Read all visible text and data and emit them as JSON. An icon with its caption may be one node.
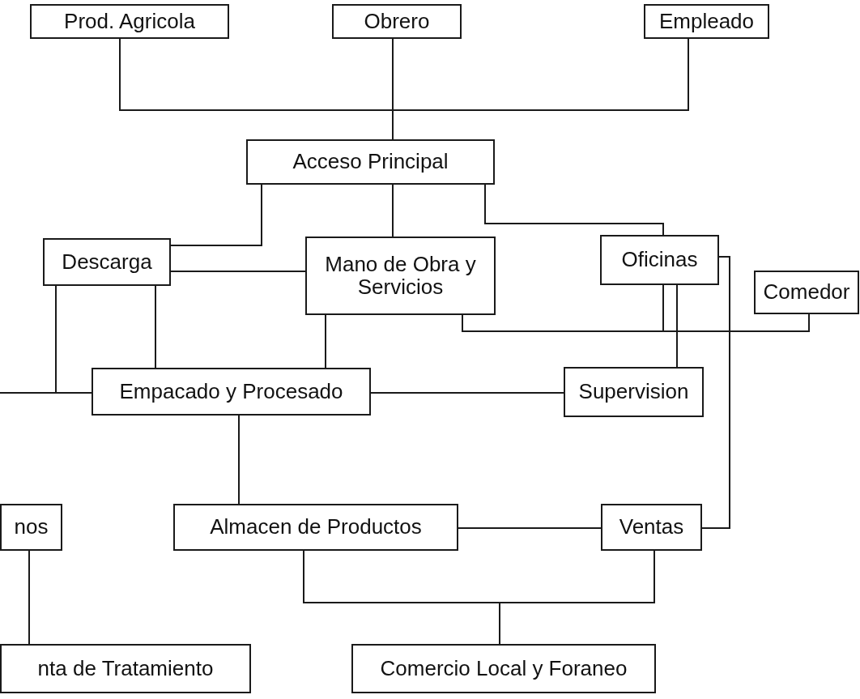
{
  "diagram": {
    "nodes": [
      {
        "text": [
          "Prod. Agricola"
        ]
      },
      {
        "text": [
          "Obrero"
        ]
      },
      {
        "text": [
          "Empleado"
        ]
      },
      {
        "text": [
          "Acceso Principal"
        ]
      },
      {
        "text": [
          "Descarga"
        ]
      },
      {
        "text": [
          "Mano de Obra y Servicios"
        ]
      },
      {
        "text": [
          "Oficinas"
        ]
      },
      {
        "text": [
          "Comedor"
        ]
      },
      {
        "text": [
          "Empacado y Procesado"
        ]
      },
      {
        "text": [
          "Supervision"
        ]
      },
      {
        "text": [
          "nos"
        ]
      },
      {
        "text": [
          "Almacen de Productos"
        ]
      },
      {
        "text": [
          "Ventas"
        ]
      },
      {
        "text": [
          "nta de Tratamiento"
        ]
      },
      {
        "text": [
          "Comercio Local y Foraneo"
        ]
      }
    ],
    "edges": [
      {
        "from": 0,
        "to": 3,
        "arrow": "none"
      },
      {
        "from": 1,
        "to": 3,
        "arrow": "none"
      },
      {
        "from": 2,
        "to": 3,
        "arrow": "none"
      },
      {
        "from": 3,
        "to": 4,
        "arrow": "none"
      },
      {
        "from": 3,
        "to": 5,
        "arrow": "none"
      },
      {
        "from": 3,
        "to": 6,
        "arrow": "none"
      },
      {
        "from": 4,
        "to": 5,
        "arrow": "none"
      },
      {
        "from": 4,
        "to": 8,
        "arrow": "none"
      },
      {
        "from": null,
        "to": 8,
        "arrow": "none"
      },
      {
        "from": 4,
        "to": 8,
        "arrow": "none"
      },
      {
        "from": 5,
        "to": 8,
        "arrow": "none"
      },
      {
        "from": 5,
        "to": 7,
        "arrow": "none"
      },
      {
        "from": 6,
        "to": 7,
        "arrow": "none"
      },
      {
        "from": 6,
        "to": 9,
        "arrow": "none"
      },
      {
        "from": 6,
        "to": 12,
        "arrow": "none"
      },
      {
        "from": 8,
        "to": 9,
        "arrow": "none"
      },
      {
        "from": 8,
        "to": 11,
        "arrow": "none"
      },
      {
        "from": 11,
        "to": 12,
        "arrow": "none"
      },
      {
        "from": 11,
        "to": 14,
        "arrow": "none"
      },
      {
        "from": 12,
        "to": 14,
        "arrow": "none"
      },
      {
        "from": 10,
        "to": 13,
        "arrow": "none"
      }
    ]
  }
}
